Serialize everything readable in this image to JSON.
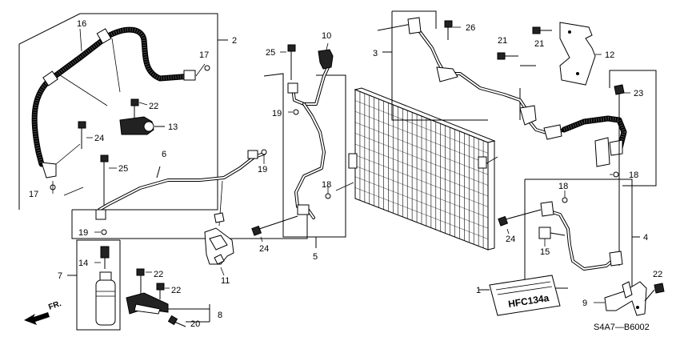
{
  "diagram_code": "S4A7—B6002",
  "direction_label": "FR.",
  "label_text": "HFC134a",
  "callouts": {
    "c1": "1",
    "c2": "2",
    "c3": "3",
    "c4": "4",
    "c5": "5",
    "c6": "6",
    "c7": "7",
    "c8": "8",
    "c9": "9",
    "c10": "10",
    "c11": "11",
    "c12": "12",
    "c13": "13",
    "c14": "14",
    "c15": "15",
    "c16": "16",
    "c17a": "17",
    "c17b": "17",
    "c18a": "18",
    "c18b": "18",
    "c18c": "18",
    "c19a": "19",
    "c19b": "19",
    "c19c": "19",
    "c20": "20",
    "c21a": "21",
    "c21b": "21",
    "c22a": "22",
    "c22b": "22",
    "c22c": "22",
    "c22d": "22",
    "c23": "23",
    "c24a": "24",
    "c24b": "24",
    "c24c": "24",
    "c25a": "25",
    "c25b": "25",
    "c26": "26"
  },
  "icons": {
    "direction_arrow": "front-direction-arrow-icon"
  }
}
